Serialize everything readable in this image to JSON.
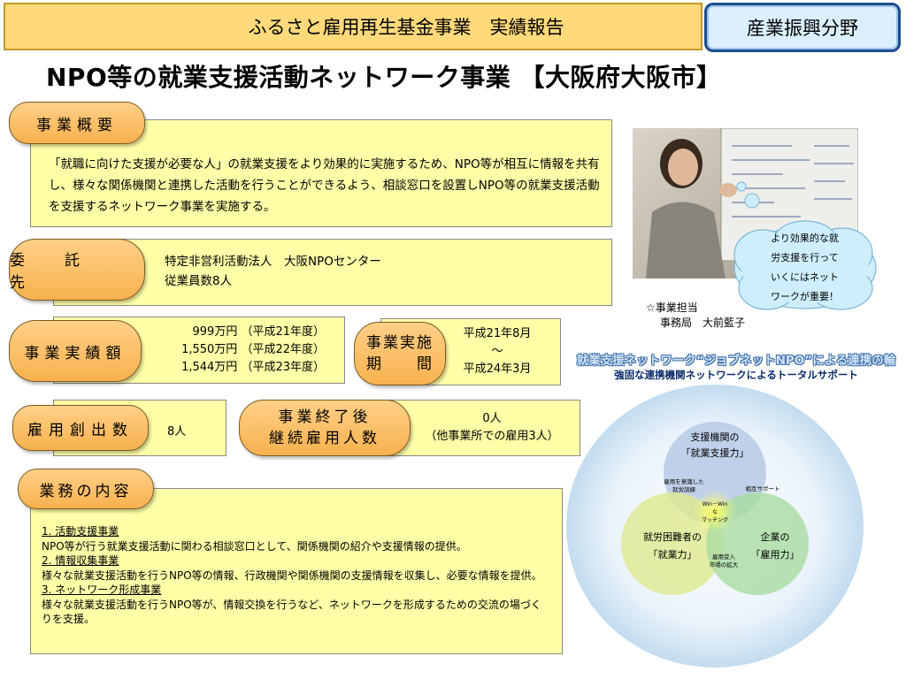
{
  "header": {
    "title": "ふるさと雇用再生基金事業　実績報告",
    "sector": "産業振興分野"
  },
  "page_title": "NPO等の就業支援活動ネットワーク事業 【大阪府大阪市】",
  "overview": {
    "label": "事業概要",
    "text": "「就職に向けた支援が必要な人」の就業支援をより効果的に実施するため、NPO等が相互に情報を共有し、様々な関係機関と連携した活動を行うことができるよう、相談窓口を設置しNPO等の就業支援活動を支援するネットワーク事業を実施する。"
  },
  "contractor": {
    "label": "委　託　先",
    "name": "特定非営利活動法人　大阪NPOセンター",
    "employees": "従業員数8人"
  },
  "results": {
    "label": "事業実績額",
    "lines": [
      "999万円 （平成21年度）",
      "1,550万円 （平成22年度）",
      "1,544万円 （平成23年度）"
    ]
  },
  "period": {
    "label_1": "事業実施",
    "label_2": "期　　間",
    "start": "平成21年8月",
    "sep": "～",
    "end": "平成24年3月"
  },
  "jobs": {
    "label": "雇用創出数",
    "value": "8人"
  },
  "continued": {
    "label_1": "事業終了後",
    "label_2": "継続雇用人数",
    "value": "0人",
    "note": "（他事業所での雇用3人）"
  },
  "tasks": {
    "label": "業務の内容",
    "items": [
      {
        "head": "1. 活動支援事業",
        "body": "NPO等が行う就業支援活動に関わる相談窓口として、関係機関の紹介や支援情報の提供。"
      },
      {
        "head": "2. 情報収集事業",
        "body": "様々な就業支援活動を行うNPO等の情報、行政機関や関係機関の支援情報を収集し、必要な情報を提供。"
      },
      {
        "head": "3. ネットワーク形成事業",
        "body": "様々な就業支援活動を行うNPO等が、情報交換を行うなど、ネットワークを形成するための交流の場づくりを支援。"
      }
    ]
  },
  "cloud_lines": [
    "より効果的な就",
    "労支援を行って",
    "いくにはネット",
    "ワークが重要！"
  ],
  "staff": {
    "line1": "☆事業担当",
    "line2": "事務局　大前藍子"
  },
  "network": {
    "title": "就業支援ネットワーク“ジョブネットNPO”による連携の輪",
    "subtitle": "強固な連携機関ネットワークによるトータルサポート",
    "top_1": "支援機関の",
    "top_2": "「就業支援力」",
    "left_1": "就労困難者の",
    "left_2": "「就業力」",
    "right_1": "企業の",
    "right_2": "「雇用力」",
    "tl_1": "雇用を意識した",
    "tl_2": "就労訓練",
    "tr": "相互サポート",
    "bottom_1": "雇用受入",
    "bottom_2": "市場の拡大",
    "center_1": "Win－Win",
    "center_2": "な",
    "center_3": "マッチング"
  },
  "colors": {
    "header_bg": "#ffd97a",
    "box_bg": "#ffffa8",
    "pill": "#f7b14e",
    "sector_border": "#1f4e8c"
  }
}
